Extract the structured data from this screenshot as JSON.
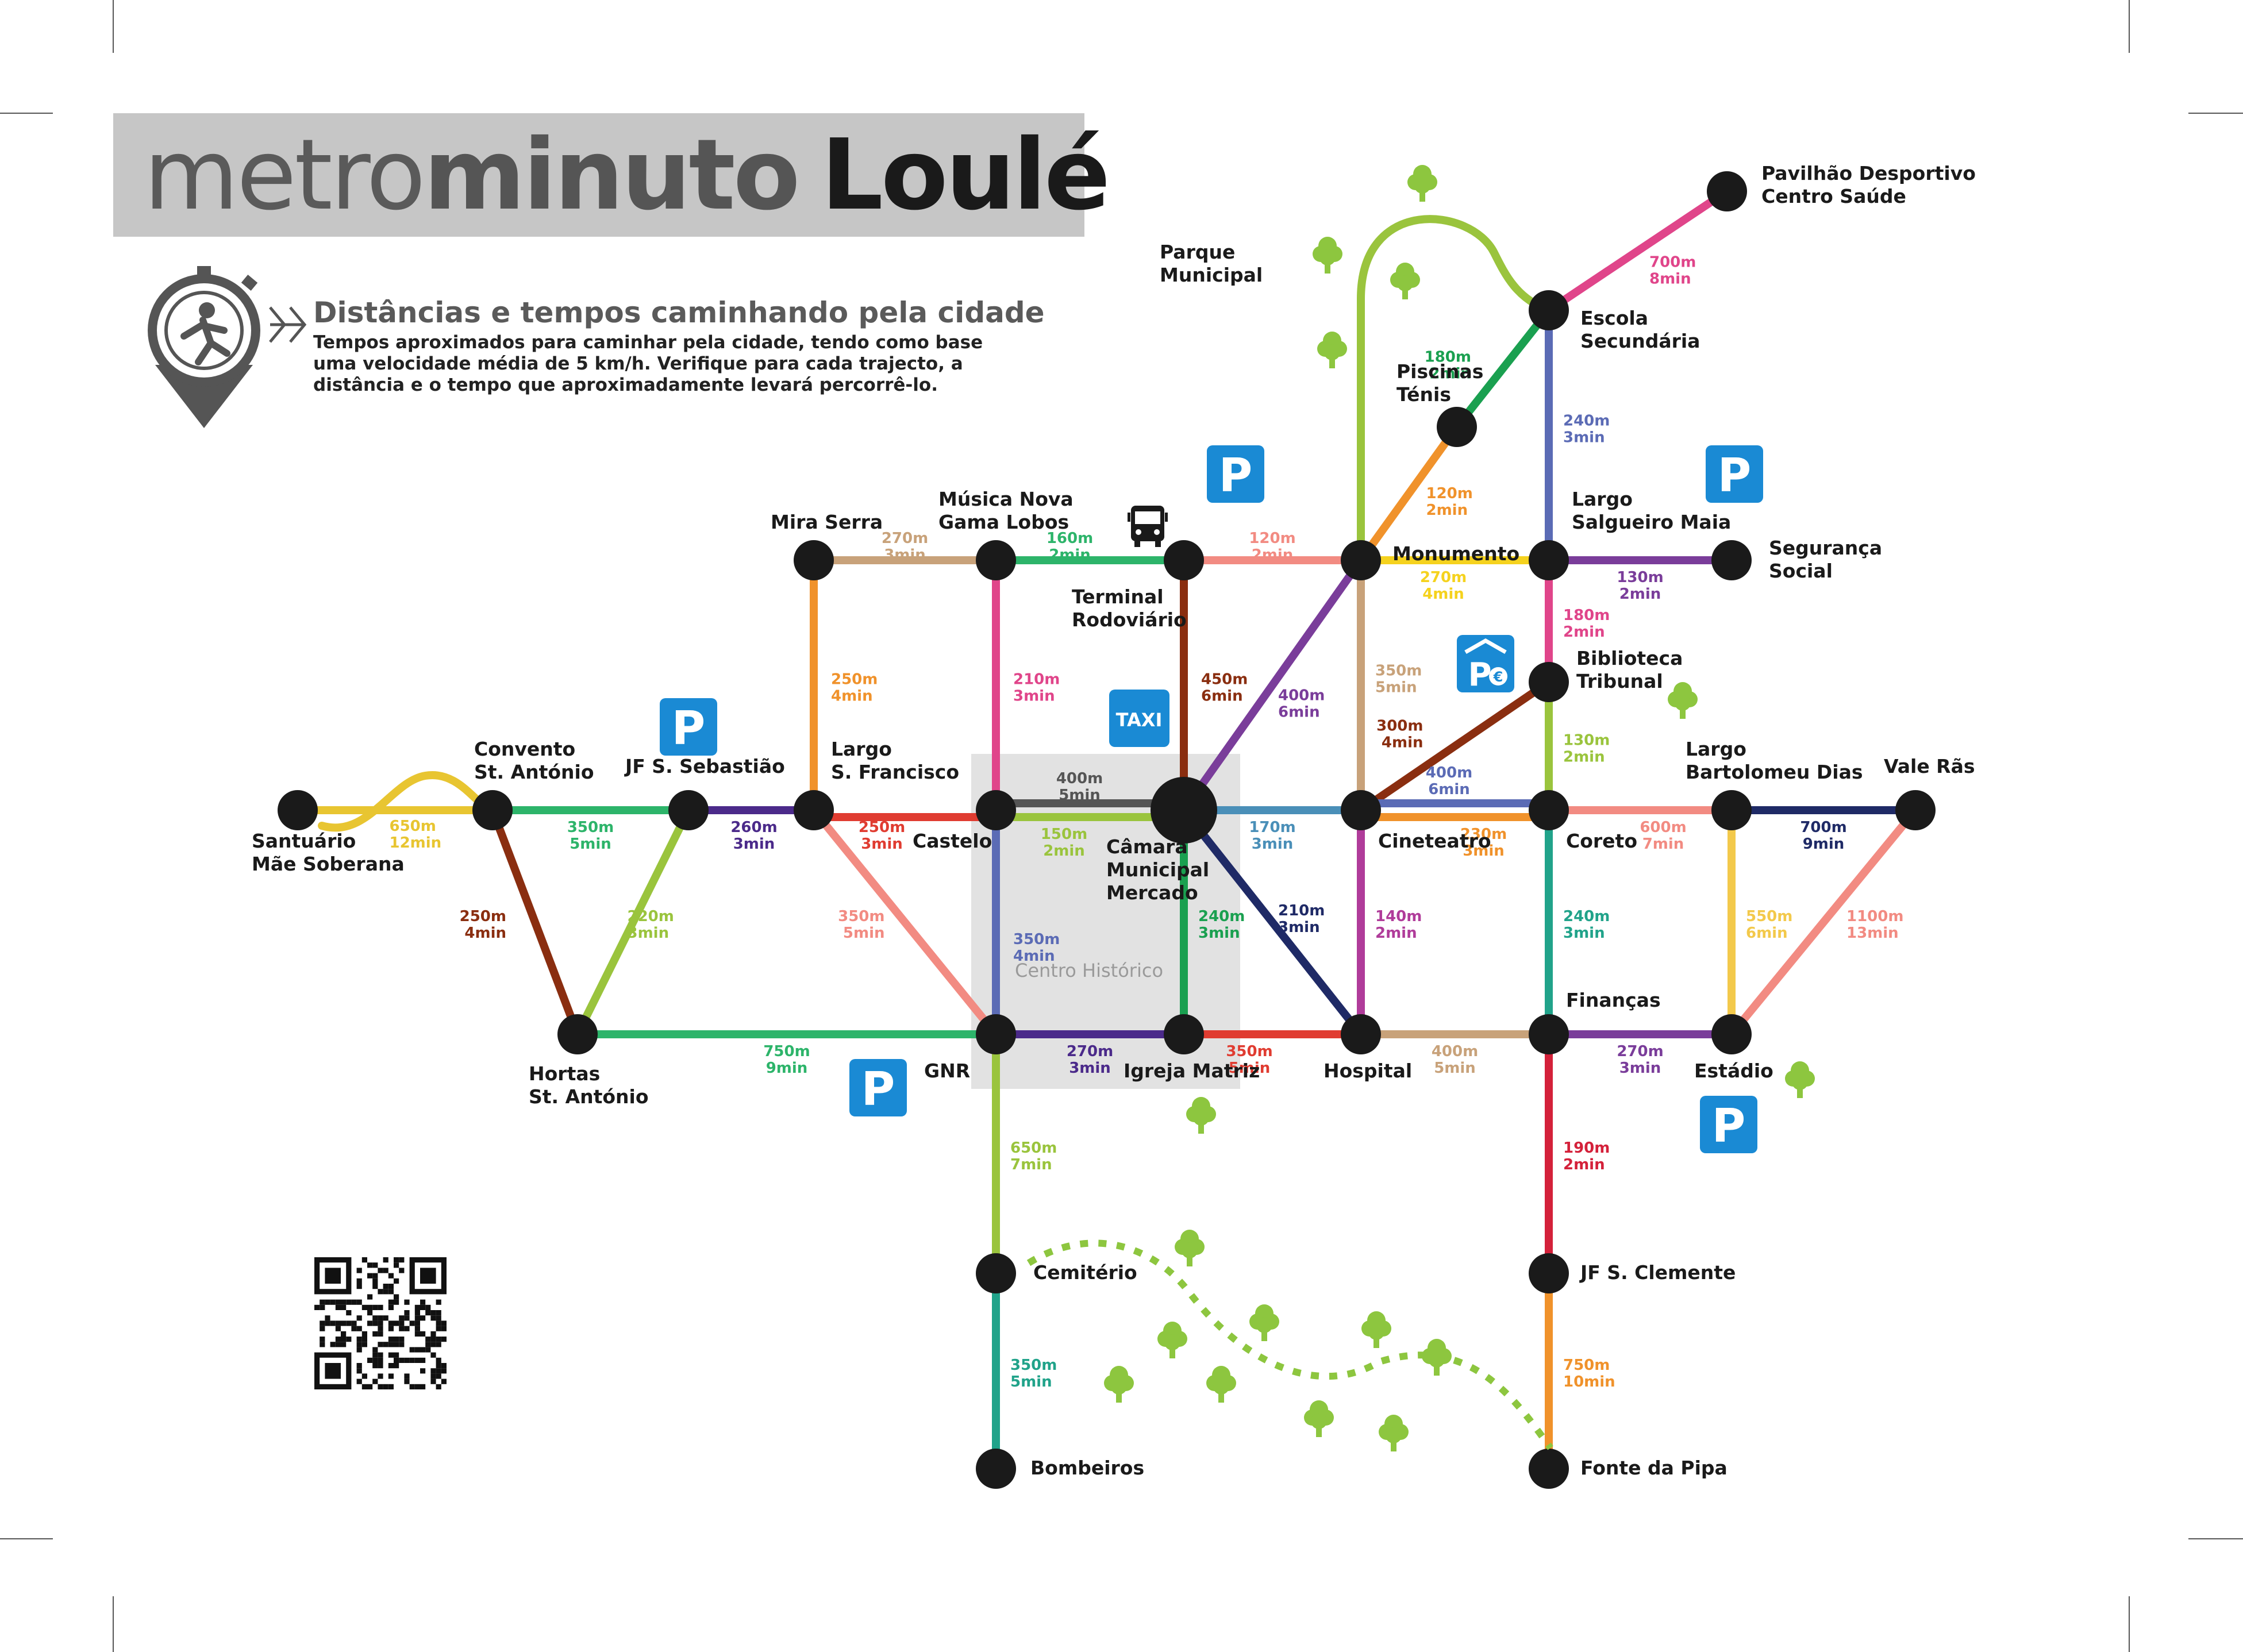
{
  "title": {
    "part1": "metro",
    "part2": "minuto",
    "city": "Loulé"
  },
  "subtitle": "Distâncias e tempos caminhando pela cidade",
  "description": "Tempos aproximados para caminhar pela cidade, tendo como base uma velocidade média de 5 km/h. Verifique para cada trajecto, a distância e o tempo que aproximadamente levará percorrê-lo.",
  "area_label": "Centro Histórico",
  "badges": {
    "parking": "P",
    "taxi": "TAXI"
  },
  "colors": {
    "accent_blue": "#1a8ad4",
    "area_grey": "#e2e2e2",
    "tree_green": "#8dc63f",
    "node": "#1a1a1a"
  },
  "icons": [
    "walking-clock-icon",
    "bus-icon",
    "parking-icon",
    "paid-parking-icon",
    "taxi-icon",
    "tree-icon",
    "qr-code-icon"
  ],
  "stations": [
    {
      "id": "santuario",
      "label": [
        "Santuário",
        "Mãe Soberana"
      ]
    },
    {
      "id": "convento",
      "label": [
        "Convento",
        "St. António"
      ]
    },
    {
      "id": "jfsseb",
      "label": [
        "JF S. Sebastião"
      ]
    },
    {
      "id": "largosf",
      "label": [
        "Largo",
        "S. Francisco"
      ]
    },
    {
      "id": "castelo",
      "label": [
        "Castelo"
      ]
    },
    {
      "id": "camara",
      "label": [
        "Câmara",
        "Municipal",
        "Mercado"
      ]
    },
    {
      "id": "cineteatro",
      "label": [
        "Cineteatro"
      ]
    },
    {
      "id": "coreto",
      "label": [
        "Coreto"
      ]
    },
    {
      "id": "largobd",
      "label": [
        "Largo",
        "Bartolomeu Dias"
      ]
    },
    {
      "id": "valeras",
      "label": [
        "Vale Rãs"
      ]
    },
    {
      "id": "hortas",
      "label": [
        "Hortas",
        "St. António"
      ]
    },
    {
      "id": "gnr",
      "label": [
        "GNR"
      ]
    },
    {
      "id": "igreja",
      "label": [
        "Igreja Matriz"
      ]
    },
    {
      "id": "hospital",
      "label": [
        "Hospital"
      ]
    },
    {
      "id": "financas",
      "label": [
        "Finanças"
      ]
    },
    {
      "id": "estadio",
      "label": [
        "Estádio"
      ]
    },
    {
      "id": "miraserra",
      "label": [
        "Mira Serra"
      ]
    },
    {
      "id": "musica",
      "label": [
        "Música Nova",
        "Gama Lobos"
      ]
    },
    {
      "id": "terminal",
      "label": [
        "Terminal",
        "Rodoviário"
      ]
    },
    {
      "id": "monumento",
      "label": [
        "Monumento"
      ]
    },
    {
      "id": "largosm",
      "label": [
        "Largo",
        "Salgueiro Maia"
      ]
    },
    {
      "id": "seguranca",
      "label": [
        "Segurança",
        "Social"
      ]
    },
    {
      "id": "biblioteca",
      "label": [
        "Biblioteca",
        "Tribunal"
      ]
    },
    {
      "id": "piscinas",
      "label": [
        "Piscinas",
        "Ténis"
      ]
    },
    {
      "id": "escola",
      "label": [
        "Escola",
        "Secundária"
      ]
    },
    {
      "id": "pavilhao",
      "label": [
        "Pavilhão Desportivo",
        "Centro Saúde"
      ]
    },
    {
      "id": "cemiterio",
      "label": [
        "Cemitério"
      ]
    },
    {
      "id": "bombeiros",
      "label": [
        "Bombeiros"
      ]
    },
    {
      "id": "jfscl",
      "label": [
        "JF S. Clemente"
      ]
    },
    {
      "id": "fonte",
      "label": [
        "Fonte da Pipa"
      ]
    },
    {
      "id": "parque",
      "label": [
        "Parque",
        "Municipal"
      ]
    }
  ],
  "segments": [
    {
      "from": "santuario",
      "to": "convento",
      "dist": "650m",
      "time": "12min",
      "color": "#e8c531"
    },
    {
      "from": "convento",
      "to": "jfsseb",
      "dist": "350m",
      "time": "5min",
      "color": "#2db46a"
    },
    {
      "from": "jfsseb",
      "to": "largosf",
      "dist": "260m",
      "time": "3min",
      "color": "#4b2a8a"
    },
    {
      "from": "convento",
      "to": "hortas",
      "dist": "250m",
      "time": "4min",
      "color": "#8a2e10"
    },
    {
      "from": "hortas",
      "to": "jfsseb",
      "dist": "220m",
      "time": "3min",
      "color": "#9ac43d"
    },
    {
      "from": "hortas",
      "to": "gnr",
      "dist": "750m",
      "time": "9min",
      "color": "#2db46a"
    },
    {
      "from": "largosf",
      "to": "castelo",
      "dist": "250m",
      "time": "3min",
      "color": "#e03c31"
    },
    {
      "from": "largosf",
      "to": "gnr",
      "dist": "350m",
      "time": "5min",
      "color": "#f28b82"
    },
    {
      "from": "largosf",
      "to": "miraserra",
      "dist": "250m",
      "time": "4min",
      "color": "#f0922b"
    },
    {
      "from": "miraserra",
      "to": "musica",
      "dist": "270m",
      "time": "3min",
      "color": "#c8a27a"
    },
    {
      "from": "musica",
      "to": "terminal",
      "dist": "160m",
      "time": "2min",
      "color": "#2db46a"
    },
    {
      "from": "musica",
      "to": "castelo",
      "dist": "210m",
      "time": "3min",
      "color": "#e0458a"
    },
    {
      "from": "terminal",
      "to": "monumento",
      "dist": "120m",
      "time": "2min",
      "color": "#f28b82"
    },
    {
      "from": "terminal",
      "to": "camara",
      "dist": "450m",
      "time": "6min",
      "color": "#8a2e10"
    },
    {
      "from": "castelo",
      "to": "camara",
      "dist": "400m",
      "time": "5min",
      "color": "#555555"
    },
    {
      "from": "castelo",
      "to": "camara",
      "dist": "150m",
      "time": "2min",
      "color": "#9ac43d"
    },
    {
      "from": "castelo",
      "to": "gnr",
      "dist": "350m",
      "time": "4min",
      "color": "#5b6bb5"
    },
    {
      "from": "gnr",
      "to": "igreja",
      "dist": "270m",
      "time": "3min",
      "color": "#4b2a8a"
    },
    {
      "from": "camara",
      "to": "igreja",
      "dist": "240m",
      "time": "3min",
      "color": "#1aa050"
    },
    {
      "from": "igreja",
      "to": "hospital",
      "dist": "350m",
      "time": "5min",
      "color": "#e03c31"
    },
    {
      "from": "camara",
      "to": "hospital",
      "dist": "210m",
      "time": "3min",
      "color": "#1f2a66"
    },
    {
      "from": "camara",
      "to": "cineteatro",
      "dist": "170m",
      "time": "3min",
      "color": "#4a8fb8"
    },
    {
      "from": "camara",
      "to": "monumento",
      "dist": "400m",
      "time": "6min",
      "color": "#7a3d9a"
    },
    {
      "from": "monumento",
      "to": "cineteatro",
      "dist": "350m",
      "time": "5min",
      "color": "#c8a27a"
    },
    {
      "from": "cineteatro",
      "to": "hospital",
      "dist": "140m",
      "time": "2min",
      "color": "#b03c9a"
    },
    {
      "from": "cineteatro",
      "to": "biblioteca",
      "dist": "300m",
      "time": "4min",
      "color": "#8a2e10"
    },
    {
      "from": "cineteatro",
      "to": "coreto",
      "dist": "400m",
      "time": "6min",
      "color": "#5b6bb5"
    },
    {
      "from": "cineteatro",
      "to": "coreto",
      "dist": "230m",
      "time": "3min",
      "color": "#f0922b"
    },
    {
      "from": "hospital",
      "to": "financas",
      "dist": "400m",
      "time": "5min",
      "color": "#c8a27a"
    },
    {
      "from": "coreto",
      "to": "financas",
      "dist": "240m",
      "time": "3min",
      "color": "#21a38a"
    },
    {
      "from": "coreto",
      "to": "biblioteca",
      "dist": "130m",
      "time": "2min",
      "color": "#9ac43d"
    },
    {
      "from": "coreto",
      "to": "largobd",
      "dist": "600m",
      "time": "7min",
      "color": "#f28b82"
    },
    {
      "from": "largobd",
      "to": "valeras",
      "dist": "700m",
      "time": "9min",
      "color": "#1f2a66"
    },
    {
      "from": "largobd",
      "to": "estadio",
      "dist": "550m",
      "time": "6min",
      "color": "#f3c94b"
    },
    {
      "from": "valeras",
      "to": "estadio",
      "dist": "1100m",
      "time": "13min",
      "color": "#f28b82"
    },
    {
      "from": "financas",
      "to": "estadio",
      "dist": "270m",
      "time": "3min",
      "color": "#7a3d9a"
    },
    {
      "from": "financas",
      "to": "jfscl",
      "dist": "190m",
      "time": "2min",
      "color": "#d4213a"
    },
    {
      "from": "jfscl",
      "to": "fonte",
      "dist": "750m",
      "time": "10min",
      "color": "#f0922b"
    },
    {
      "from": "gnr",
      "to": "cemiterio",
      "dist": "650m",
      "time": "7min",
      "color": "#9ac43d"
    },
    {
      "from": "cemiterio",
      "to": "bombeiros",
      "dist": "350m",
      "time": "5min",
      "color": "#21a38a"
    },
    {
      "from": "monumento",
      "to": "largosm",
      "dist": "270m",
      "time": "4min",
      "color": "#f5d21e"
    },
    {
      "from": "largosm",
      "to": "seguranca",
      "dist": "130m",
      "time": "2min",
      "color": "#7a3d9a"
    },
    {
      "from": "largosm",
      "to": "biblioteca",
      "dist": "180m",
      "time": "2min",
      "color": "#e0458a"
    },
    {
      "from": "largosm",
      "to": "escola",
      "dist": "240m",
      "time": "3min",
      "color": "#5b6bb5"
    },
    {
      "from": "monumento",
      "to": "piscinas",
      "dist": "120m",
      "time": "2min",
      "color": "#f0922b"
    },
    {
      "from": "piscinas",
      "to": "escola",
      "dist": "180m",
      "time": "2min",
      "color": "#1aa050"
    },
    {
      "from": "escola",
      "to": "pavilhao",
      "dist": "700m",
      "time": "8min",
      "color": "#e0458a"
    }
  ]
}
